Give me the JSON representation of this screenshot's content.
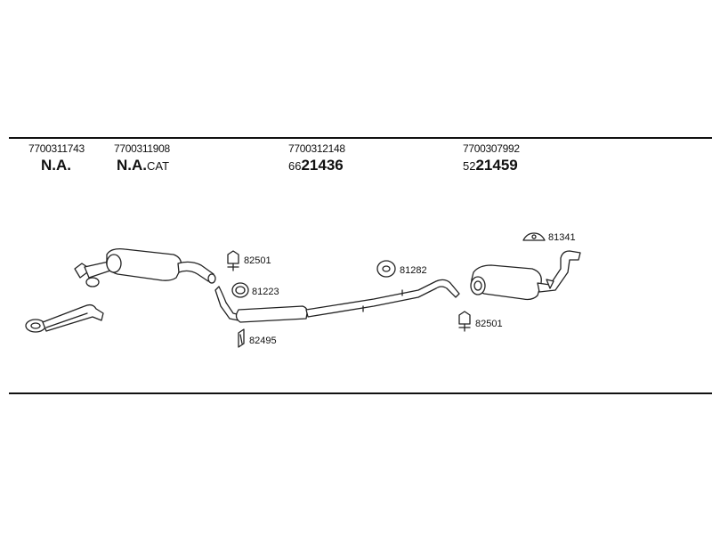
{
  "sections": [
    {
      "part_number": "7700311743",
      "code": "N.A.",
      "suffix": ""
    },
    {
      "part_number": "7700311908",
      "code": "N.A.",
      "suffix": "CAT"
    },
    {
      "part_number": "7700312148",
      "prefix": "66",
      "code": "21436"
    },
    {
      "part_number": "7700307992",
      "prefix": "52",
      "code": "21459"
    }
  ],
  "callouts": {
    "c1": "82501",
    "c2": "81223",
    "c3": "82495",
    "c4": "81282",
    "c5": "81341",
    "c6": "82501"
  }
}
